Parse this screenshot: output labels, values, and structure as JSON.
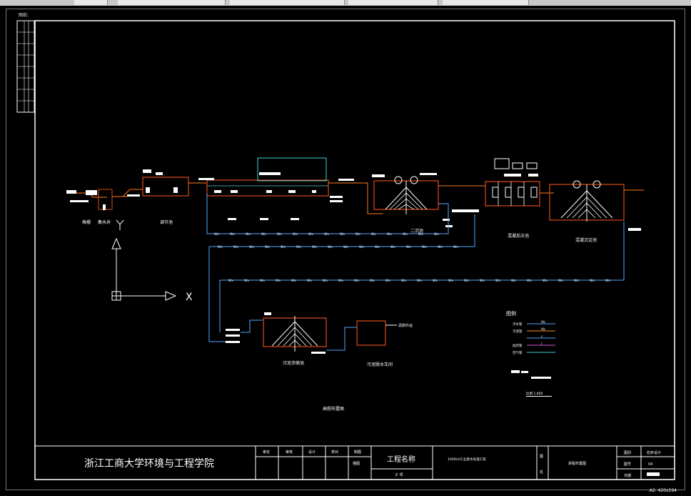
{
  "window": {
    "sheet_corner_label": "图纸:",
    "paper_size": "A2: 420x594"
  },
  "plan": {
    "units": [
      "格栅",
      "集水井",
      "调节池",
      "二沉池",
      "混凝反应池",
      "混凝沉淀池",
      "污泥浓缩池",
      "污泥脱水车间"
    ],
    "outlet_label": "泥餅外运",
    "axis_x": "X",
    "drawing_name": "高程布置图",
    "pipe_code": "Ws"
  },
  "legend": {
    "title": "图例",
    "items": [
      "污水管",
      "污泥管",
      "",
      "加药管",
      "空气管"
    ],
    "line_codes": [
      "Ws",
      "Ws",
      "s",
      "j",
      ""
    ],
    "line_colors": [
      "#4fa8ff",
      "#ff8c1a",
      "#4fa8ff",
      "#d24fd2",
      "#44d2d2"
    ],
    "scale": "比例  1:400"
  },
  "title_block": {
    "school": "浙江工商大学环境与工程学院",
    "roles": [
      "审定",
      "审核",
      "设计",
      "校对",
      "制图"
    ],
    "drawing_role": "描图",
    "project_label": "工程名称",
    "subitem_label": "子  项",
    "project_name": "1000t/d工业废水处理工程",
    "figure_label": "图名",
    "figure_name": "高程布置图",
    "stage_label": "图别",
    "stage_value": "初步设计",
    "number_label": "图号",
    "number_value": "04",
    "date_label": "日期"
  }
}
